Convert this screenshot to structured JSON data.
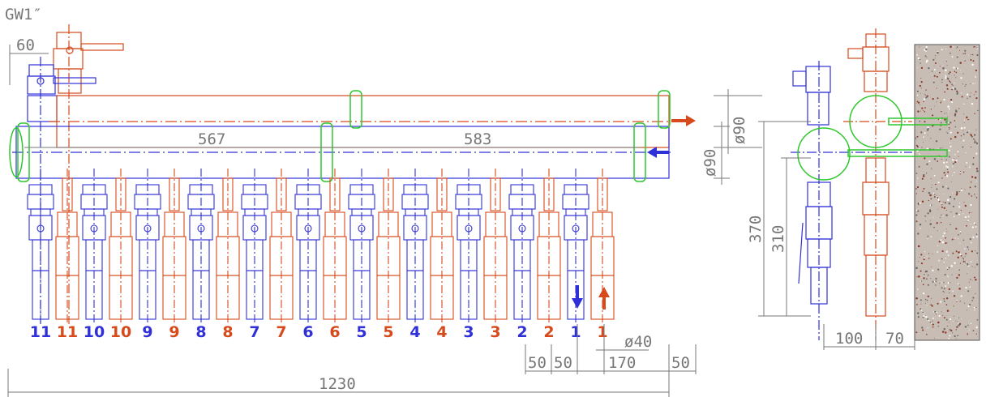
{
  "title": "GW1″",
  "colors": {
    "supply": "#d64a1c",
    "return": "#3030d8",
    "clamp": "#2ec82e",
    "dim": "#777777",
    "wall": "#c8bdb4"
  },
  "dimensions": {
    "top_offset": "60",
    "left_segment": "567",
    "right_segment": "583",
    "dia_top": "ø90",
    "dia_bottom": "ø90",
    "circuit_dia": "ø40",
    "b1": "50",
    "b2": "50",
    "b3": "170",
    "b4": "50",
    "overall": "1230",
    "side_height_total": "370",
    "side_height_inner": "310",
    "wall_gap_1": "100",
    "wall_gap_2": "70"
  },
  "circuit_labels": [
    "11",
    "11",
    "10",
    "10",
    "9",
    "9",
    "8",
    "8",
    "7",
    "7",
    "6",
    "6",
    "5",
    "5",
    "4",
    "4",
    "3",
    "3",
    "2",
    "2",
    "1",
    "1"
  ],
  "circuit_kinds": [
    "return",
    "supply",
    "return",
    "supply",
    "return",
    "supply",
    "return",
    "supply",
    "return",
    "supply",
    "return",
    "supply",
    "return",
    "supply",
    "return",
    "supply",
    "return",
    "supply",
    "return",
    "supply",
    "return",
    "supply"
  ]
}
